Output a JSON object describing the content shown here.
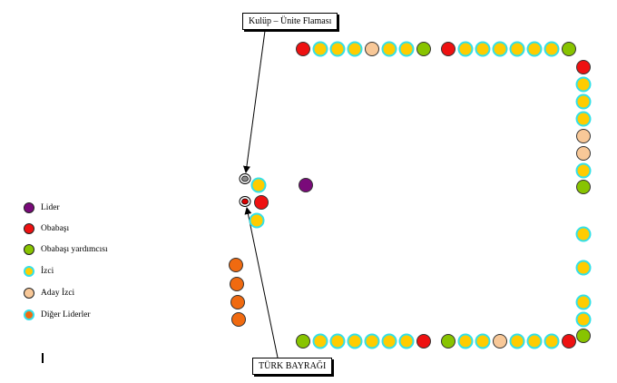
{
  "colors": {
    "lider": "#7a0a7a",
    "obabasi": "#ee1111",
    "obabasi_yardimcisi": "#88c400",
    "izci": "#ffcc00",
    "aday_izci": "#f8c898",
    "diger_liderler": "#f06a10",
    "izci_outline": "#33e0e8",
    "outline": "#333333"
  },
  "callouts": {
    "flag": "Kulüp – Ünite Flaması",
    "turk": "TÜRK BAYRAĞI"
  },
  "legend": [
    {
      "key": "lider",
      "label": "Lider"
    },
    {
      "key": "obabasi",
      "label": "Obabaşı"
    },
    {
      "key": "obabasi_yardimcisi",
      "label": "Obabaşı yardımcısı"
    },
    {
      "key": "izci",
      "label": "İzci"
    },
    {
      "key": "aday_izci",
      "label": "Aday İzci"
    },
    {
      "key": "diger_liderler",
      "label": "Diğer Liderler"
    }
  ],
  "formation": {
    "top_row": [
      "obabasi",
      "izci",
      "izci",
      "izci",
      "aday_izci",
      "izci",
      "izci",
      "obabasi_yardimcisi",
      "obabasi",
      "izci",
      "izci",
      "izci",
      "izci",
      "izci",
      "izci",
      "obabasi_yardimcisi"
    ],
    "right_column": [
      "obabasi",
      "izci",
      "izci",
      "izci",
      "aday_izci",
      "aday_izci",
      "izci",
      "obabasi_yardimcisi",
      "izci",
      "izci",
      "izci",
      "izci",
      "obabasi_yardimcisi"
    ],
    "bottom_row": [
      "obabasi_yardimcisi",
      "izci",
      "izci",
      "izci",
      "izci",
      "izci",
      "izci",
      "obabasi",
      "obabasi_yardimcisi",
      "izci",
      "izci",
      "aday_izci",
      "izci",
      "izci",
      "izci",
      "obabasi"
    ],
    "center": [
      "lider"
    ],
    "flag_group": [
      "izci",
      "obabasi",
      "izci"
    ],
    "left_group": [
      "diger_liderler",
      "diger_liderler",
      "diger_liderler",
      "diger_liderler"
    ]
  }
}
